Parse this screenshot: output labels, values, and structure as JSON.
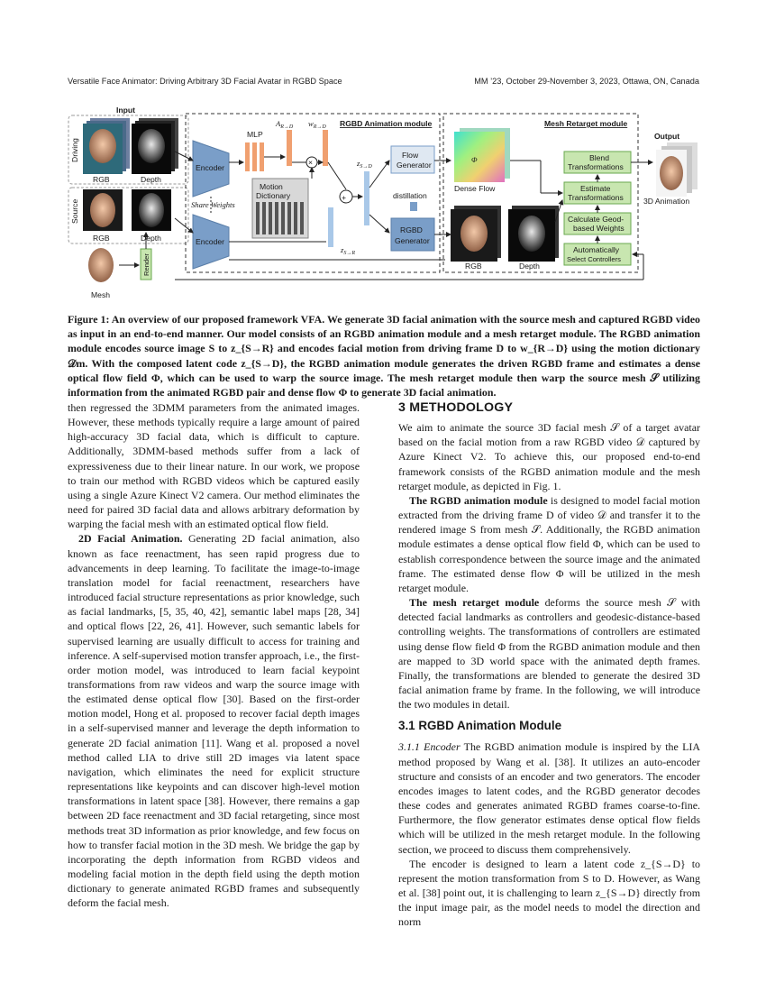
{
  "header": {
    "left": "Versatile Face Animator: Driving Arbitrary 3D Facial Avatar in RGBD Space",
    "right": "MM ’23, October 29-November 3, 2023, Ottawa, ON, Canada"
  },
  "figure": {
    "input_label": "Input",
    "output_label": "Output",
    "driving_label": "Driving",
    "source_label": "Source",
    "rgb_label": "RGB",
    "depth_label": "Depth",
    "mesh_label": "Mesh",
    "render_label": "Render",
    "encoder_label": "Encoder",
    "share_weights": "Share Weights",
    "mlp_label": "MLP",
    "motion_dictionary": [
      "Motion",
      "Dictionary"
    ],
    "a_label": "A",
    "a_sub": "R→D",
    "w_label": "w",
    "w_sub": "R→D",
    "z_sd": "z",
    "z_sd_sub": "S→D",
    "z_sr": "z",
    "z_sr_sub": "S→R",
    "rgbd_module_title": "RGBD Animation module",
    "mesh_module_title": "Mesh Retarget module",
    "flow_generator": [
      "Flow",
      "Generator"
    ],
    "rgbd_generator": [
      "RGBD",
      "Generator"
    ],
    "distillation": "distillation",
    "phi": "Φ",
    "dense_flow": "Dense Flow",
    "blend": [
      "Blend",
      "Transformations"
    ],
    "estimate": [
      "Estimate",
      "Transformations"
    ],
    "geod": [
      "Calculate Geod-",
      "based Weights"
    ],
    "auto": [
      "Automatically",
      "Select Controllers"
    ],
    "animation_3d": "3D Animation",
    "colors": {
      "encoder": "#7a9ec8",
      "mlp": "#f0a070",
      "green_box": "#c8e6b0",
      "green_border": "#6aa84f",
      "blue_bar": "#a9c8e8"
    }
  },
  "caption": "Figure 1: An overview of our proposed framework VFA. We generate 3D facial animation with the source mesh and captured RGBD video as input in an end-to-end manner. Our model consists of an RGBD animation module and a mesh retarget module. The RGBD animation module encodes source image S to z_{S→R} and encodes facial motion from driving frame D to w_{R→D} using the motion dictionary 𝒟m. With the composed latent code z_{S→D}, the RGBD animation module generates the driven RGBD frame and estimates a dense optical flow field Φ, which can be used to warp the source image. The mesh retarget module then warp the source mesh 𝒮 utilizing information from the animated RGBD pair and dense flow Φ to generate 3D facial animation.",
  "left_column": {
    "p1": "then regressed the 3DMM parameters from the animated images. However, these methods typically require a large amount of paired high-accuracy 3D facial data, which is difficult to capture. Additionally, 3DMM-based methods suffer from a lack of expressiveness due to their linear nature. In our work, we propose to train our method with RGBD videos which be captured easily using a single Azure Kinect V2 camera. Our method eliminates the need for paired 3D facial data and allows arbitrary deformation by warping the facial mesh with an estimated optical flow field.",
    "p2_head": "2D Facial Animation.",
    "p2": " Generating 2D facial animation, also known as face reenactment, has seen rapid progress due to advancements in deep learning. To facilitate the image-to-image translation model for facial reenactment, researchers have introduced facial structure representations as prior knowledge, such as facial landmarks, [5, 35, 40, 42], semantic label maps [28, 34] and optical flows [22, 26, 41]. However, such semantic labels for supervised learning are usually difficult to access for training and inference. A self-supervised motion transfer approach, i.e., the first-order motion model, was introduced to learn facial keypoint transformations from raw videos and warp the source image with the estimated dense optical flow [30]. Based on the first-order motion model, Hong et al. proposed to recover facial depth images in a self-supervised manner and leverage the depth information to generate 2D facial animation [11]. Wang et al. proposed a novel method called LIA to drive still 2D images via latent space navigation, which eliminates the need for explicit structure representations like keypoints and can discover high-level motion transformations in latent space [38]. However, there remains a gap between 2D face reenactment and 3D facial retargeting, since most methods treat 3D information as prior knowledge, and few focus on how to transfer facial motion in the 3D mesh. We bridge the gap by incorporating the depth information from RGBD videos and modeling facial motion in the depth field using the depth motion dictionary to generate animated RGBD frames and subsequently deform the facial mesh."
  },
  "right_column": {
    "sec3": "3   METHODOLOGY",
    "p1": "We aim to animate the source 3D facial mesh 𝒮 of a target avatar based on the facial motion from a raw RGBD video 𝒟 captured by Azure Kinect V2. To achieve this, our proposed end-to-end framework consists of the RGBD animation module and the mesh retarget module, as depicted in Fig. 1.",
    "p2_head": "The RGBD animation module",
    "p2": " is designed to model facial motion extracted from the driving frame D of video 𝒟 and transfer it to the rendered image S from mesh 𝒮. Additionally, the RGBD animation module estimates a dense optical flow field Φ, which can be used to establish correspondence between the source image and the animated frame. The estimated dense flow Φ will be utilized in the mesh retarget module.",
    "p3_head": "The mesh retarget module",
    "p3": " deforms the source mesh 𝒮 with detected facial landmarks as controllers and geodesic-distance-based controlling weights. The transformations of controllers are estimated using dense flow field Φ from the RGBD animation module and then are mapped to 3D world space with the animated depth frames. Finally, the transformations are blended to generate the desired 3D facial animation frame by frame. In the following, we will introduce the two modules in detail.",
    "sec31": "3.1   RGBD Animation Module",
    "p4_head": "3.1.1   Encoder",
    "p4": " The RGBD animation module is inspired by the LIA method proposed by Wang et al. [38]. It utilizes an auto-encoder structure and consists of an encoder and two generators. The encoder encodes images to latent codes, and the RGBD generator decodes these codes and generates animated RGBD frames coarse-to-fine. Furthermore, the flow generator estimates dense optical flow fields which will be utilized in the mesh retarget module. In the following section, we proceed to discuss them comprehensively.",
    "p5": "The encoder is designed to learn a latent code z_{S→D} to represent the motion transformation from S to D. However, as Wang et al. [38] point out, it is challenging to learn z_{S→D} directly from the input image pair, as the model needs to model the direction and norm"
  }
}
